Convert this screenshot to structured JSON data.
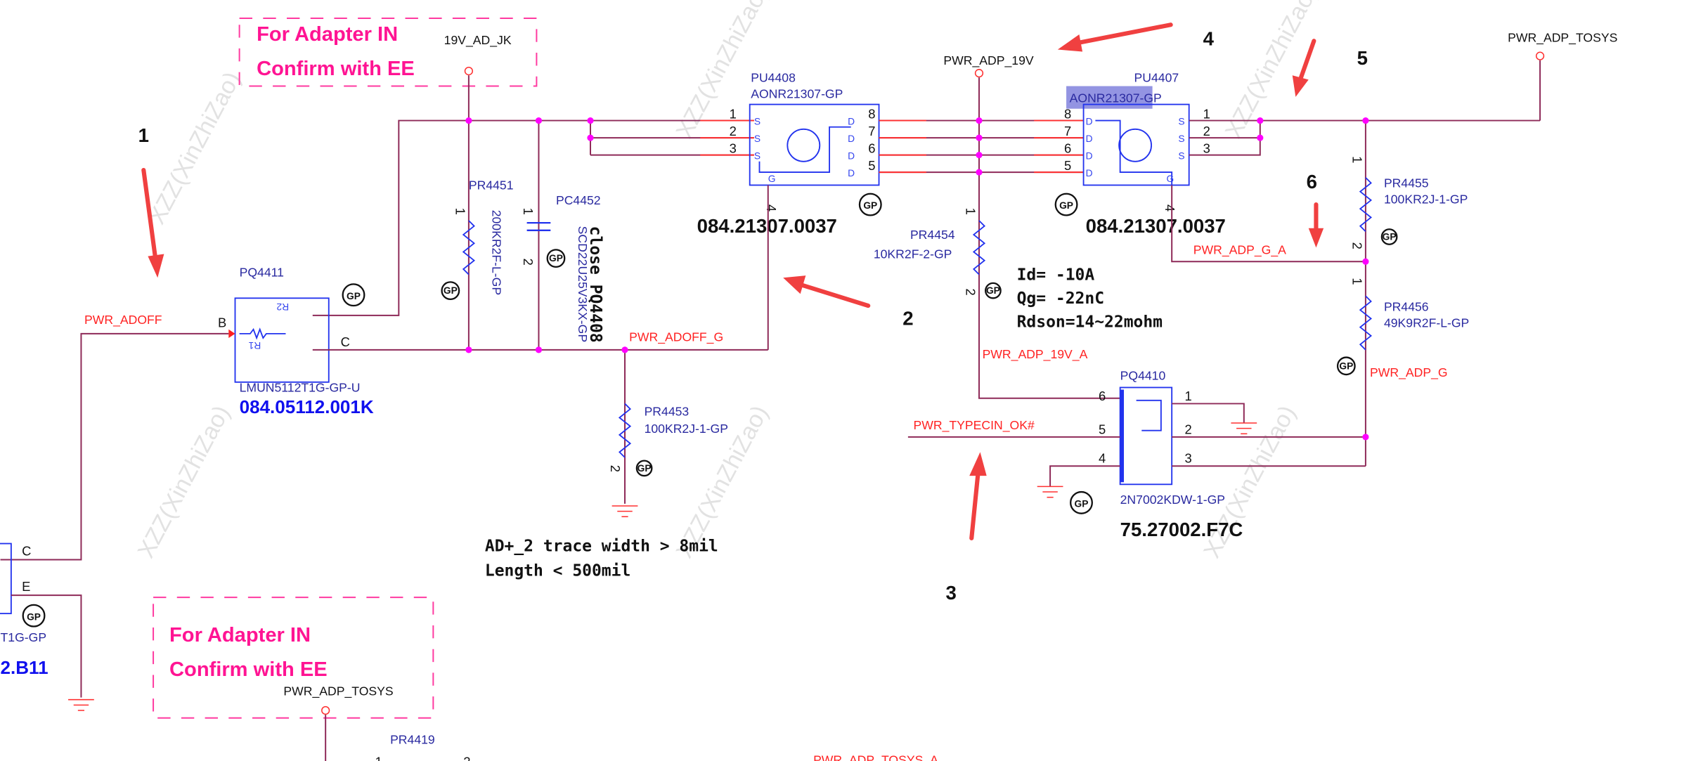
{
  "notes": {
    "adapter_in": "For Adapter IN",
    "confirm_ee": "Confirm with EE"
  },
  "nets": {
    "v19_ad_jk": "19V_AD_JK",
    "pwr_adp_19v": "PWR_ADP_19V",
    "pwr_adp_tosys": "PWR_ADP_TOSYS",
    "pwr_adoff": "PWR_ADOFF",
    "pwr_adoff_g": "PWR_ADOFF_G",
    "pwr_adp_g_a": "PWR_ADP_G_A",
    "pwr_adp_19v_a": "PWR_ADP_19V_A",
    "pwr_adp_g": "PWR_ADP_G",
    "pwr_typecin_ok": "PWR_TYPECIN_OK#",
    "pwr_adp_tosys_a": "PWR_ADP_TOSYS_A"
  },
  "components": {
    "pu4408": {
      "ref": "PU4408",
      "part": "AONR21307-GP",
      "pn": "084.21307.0037"
    },
    "pu4407": {
      "ref": "PU4407",
      "part": "AONR21307-GP",
      "pn": "084.21307.0037"
    },
    "pq4411": {
      "ref": "PQ4411",
      "part": "LMUN5112T1G-GP-U",
      "pn": "084.05112.001K",
      "r1": "R1",
      "r2": "R2"
    },
    "pr4451": {
      "ref": "PR4451",
      "part": "200KR2F-L-GP"
    },
    "pc4452": {
      "ref": "PC4452",
      "part": "SCD22U25V3KX-GP",
      "note": "close PQ4408"
    },
    "pr4453": {
      "ref": "PR4453",
      "part": "100KR2J-1-GP"
    },
    "pr4454": {
      "ref": "PR4454",
      "part": "10KR2F-2-GP"
    },
    "pr4455": {
      "ref": "PR4455",
      "part": "100KR2J-1-GP"
    },
    "pr4456": {
      "ref": "PR4456",
      "part": "49K9R2F-L-GP"
    },
    "pq4410": {
      "ref": "PQ4410",
      "part": "2N7002KDW-1-GP",
      "pn": "75.27002.F7C"
    },
    "pr4419": {
      "ref": "PR4419"
    },
    "left_partial": {
      "part": "T1G-GP",
      "pn": "2.B11"
    }
  },
  "pins": {
    "s": "S",
    "d": "D",
    "g": "G",
    "b": "B",
    "c": "C",
    "e": "E",
    "n1": "1",
    "n2": "2",
    "n3": "3",
    "n4": "4",
    "n5": "5",
    "n6": "6",
    "n7": "7",
    "n8": "8"
  },
  "specs": {
    "id": "Id= -10A",
    "qg": "Qg= -22nC",
    "rdson": "Rdson=14~22mohm"
  },
  "trace_note": {
    "line1": "AD+_2 trace width > 8mil",
    "line2": "Length < 500mil"
  },
  "gp_mark": "GP",
  "callouts": [
    "1",
    "2",
    "3",
    "4",
    "5",
    "6"
  ],
  "watermark": "XZZ(XinZhiZao)",
  "colors": {
    "wire": "#8e2a58",
    "net_label": "#ff2222",
    "component": "#2233ee",
    "junction": "#ff00ff",
    "note": "#ff1493",
    "arrow": "#f04040"
  }
}
